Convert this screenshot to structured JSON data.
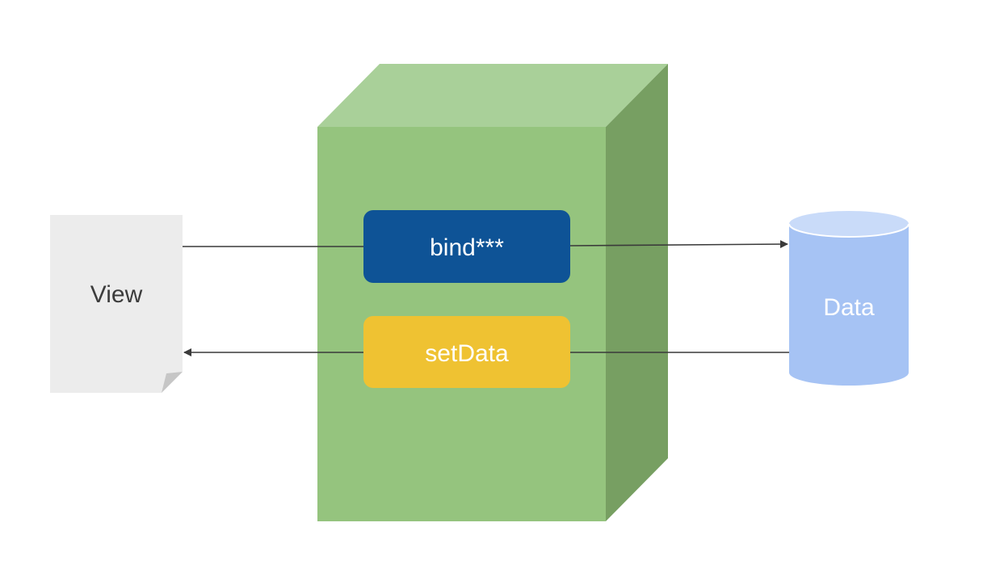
{
  "view": {
    "label": "View"
  },
  "controller": {
    "bind_label": "bind***",
    "setdata_label": "setData"
  },
  "data_store": {
    "label": "Data"
  },
  "colors": {
    "cube_front": "#95c47e",
    "cube_top": "#a9d099",
    "cube_side": "#779f62",
    "bind_box": "#0e5396",
    "setdata_box": "#efc232",
    "db_body": "#a6c3f4",
    "db_top": "#c9dbf9",
    "page_fill": "#ececec",
    "page_fold": "#c6c6c6",
    "connector": "#3a3a3a",
    "view_text": "#3c3c3c",
    "light_text": "#ffffff"
  }
}
